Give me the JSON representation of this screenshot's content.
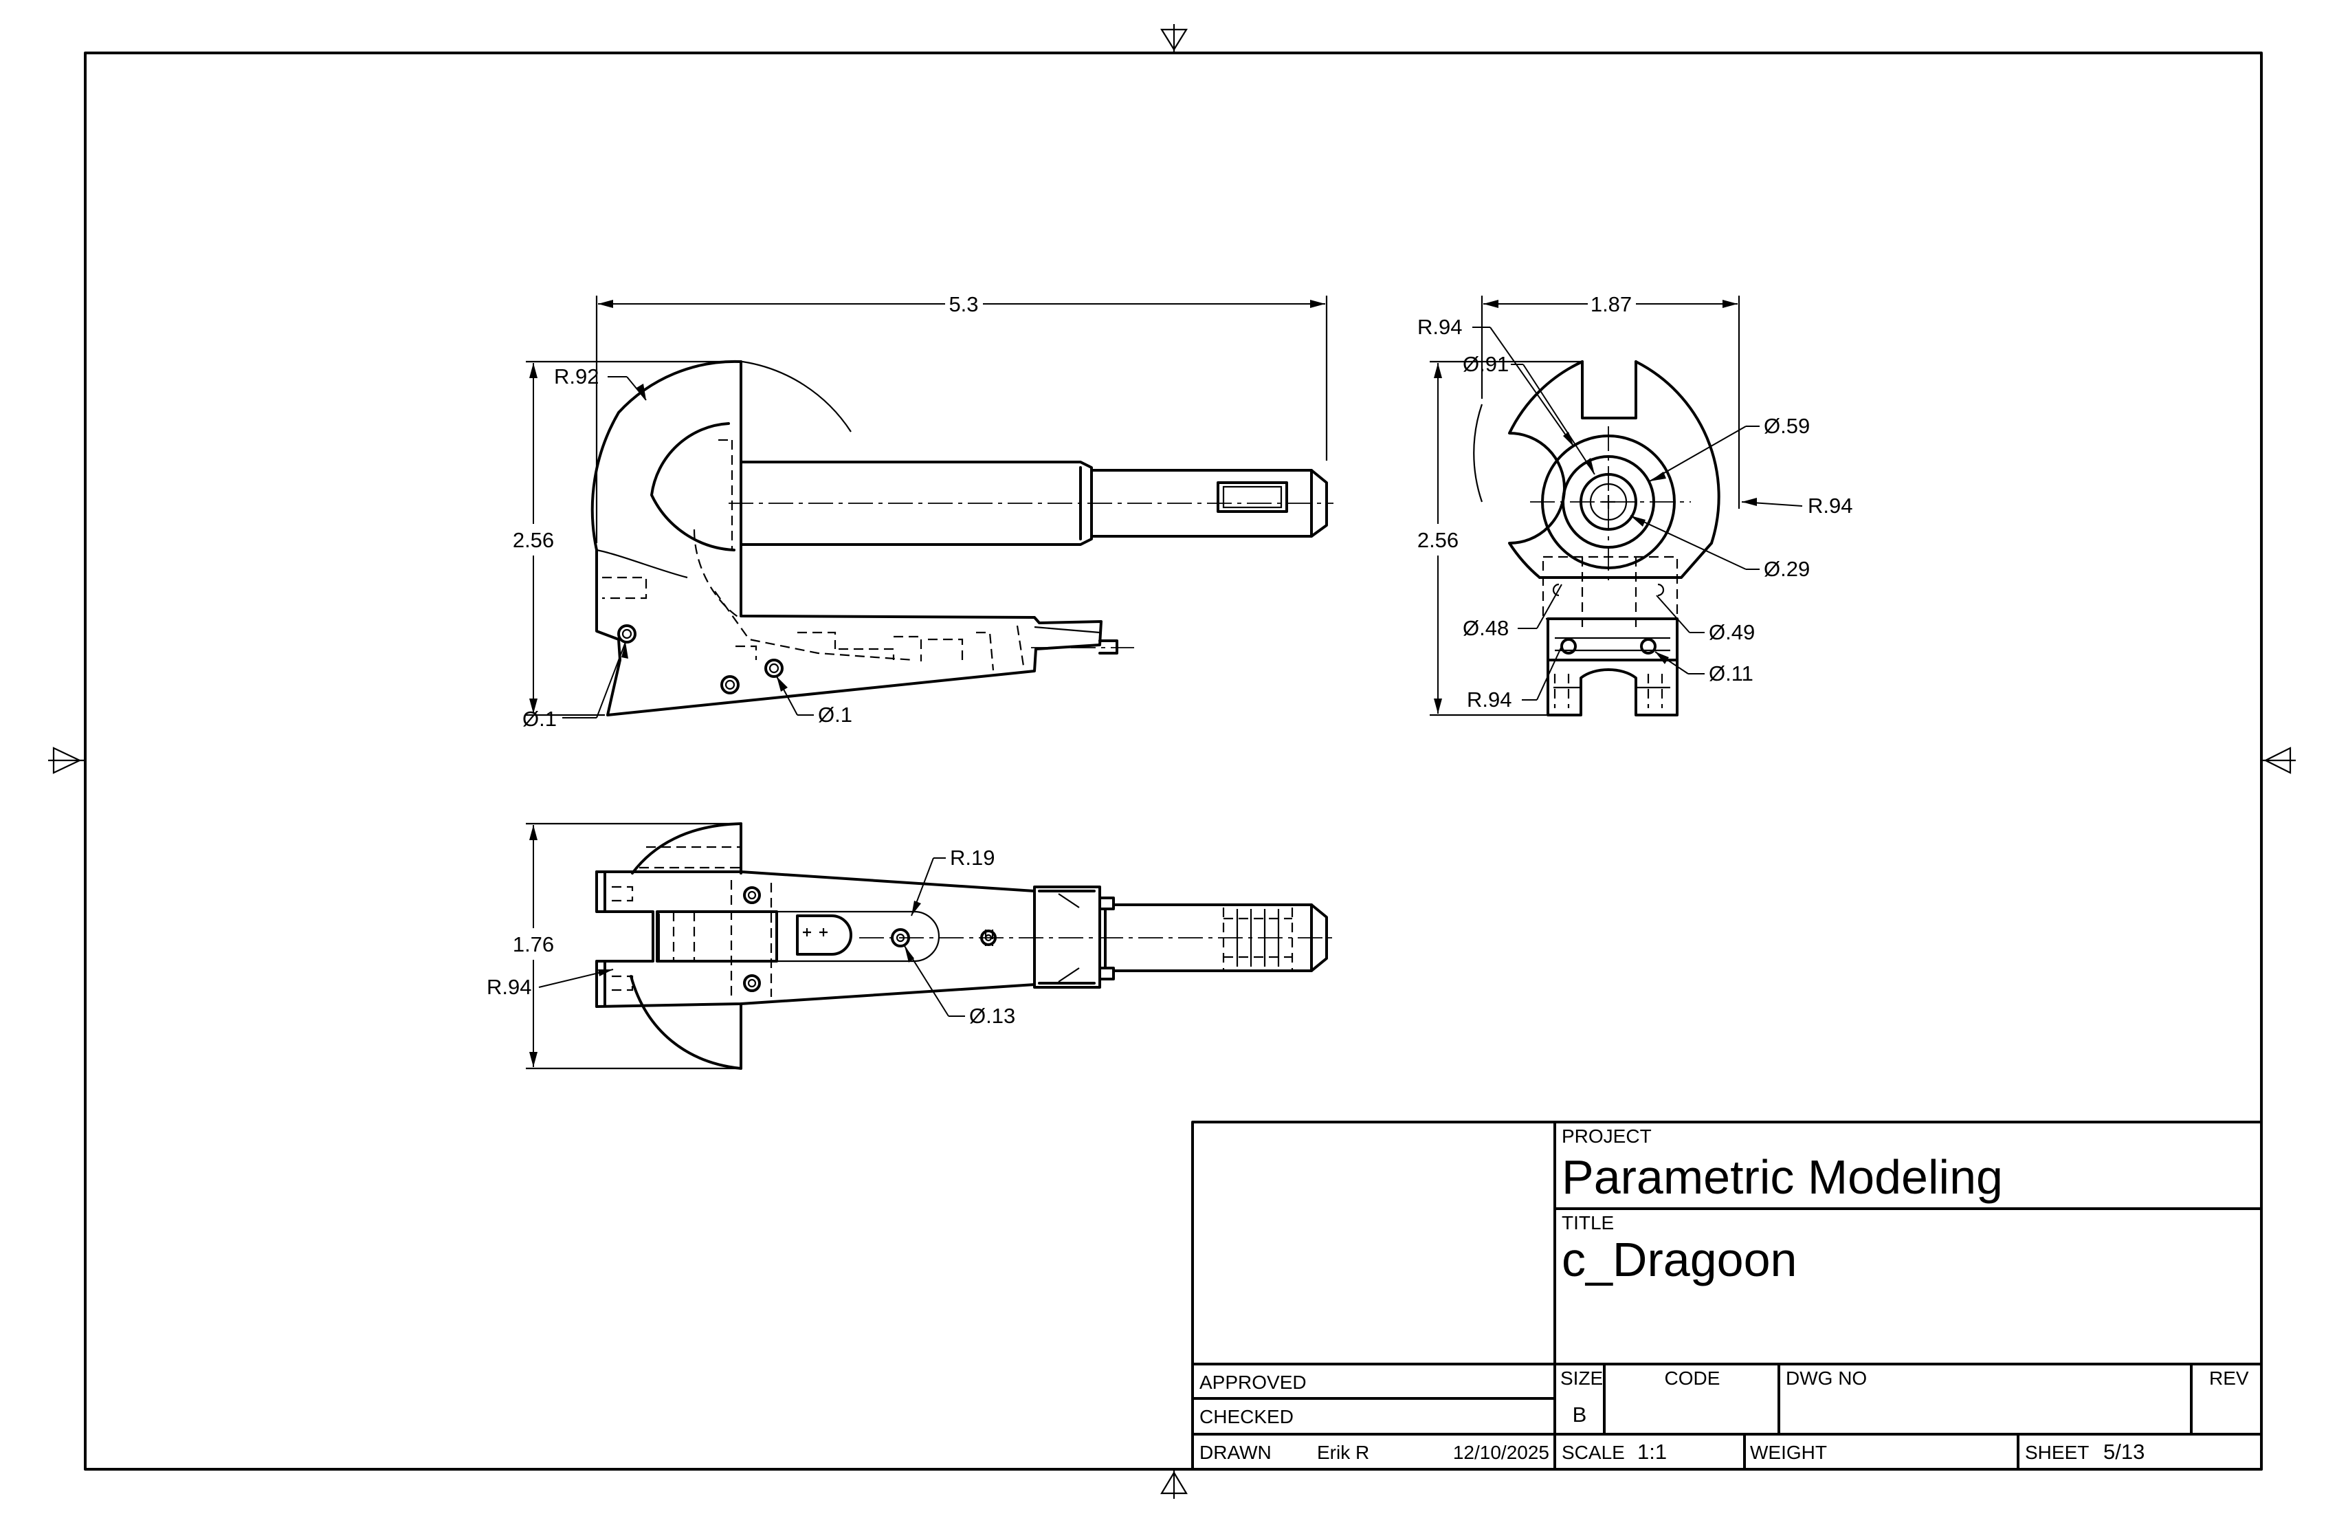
{
  "dimensions": {
    "front": {
      "overall_length": "5.3",
      "height": "2.56",
      "arc_radius": "R.92",
      "hole_left": "Ø.1",
      "hole_right": "Ø.1"
    },
    "side": {
      "width": "1.87",
      "height": "2.56",
      "radius_top": "R.94",
      "dia_91": "Ø.91",
      "dia_59": "Ø.59",
      "radius_right": "R.94",
      "dia_29": "Ø.29",
      "dia_48": "Ø.48",
      "dia_49": "Ø.49",
      "dia_11": "Ø.11",
      "radius_bottom": "R.94"
    },
    "top": {
      "height": "1.76",
      "radius_left": "R.94",
      "radius_slot": "R.19",
      "dia_13": "Ø.13"
    }
  },
  "title_block": {
    "project_label": "PROJECT",
    "project": "Parametric Modeling",
    "title_label": "TITLE",
    "title": "c_Dragoon",
    "approved_label": "APPROVED",
    "checked_label": "CHECKED",
    "drawn_label": "DRAWN",
    "drawn_by": "Erik R",
    "drawn_date": "12/10/2025",
    "size_label": "SIZE",
    "size": "B",
    "code_label": "CODE",
    "dwg_no_label": "DWG NO",
    "rev_label": "REV",
    "scale_label": "SCALE",
    "scale": "1:1",
    "weight_label": "WEIGHT",
    "sheet_label": "SHEET",
    "sheet": "5/13"
  }
}
